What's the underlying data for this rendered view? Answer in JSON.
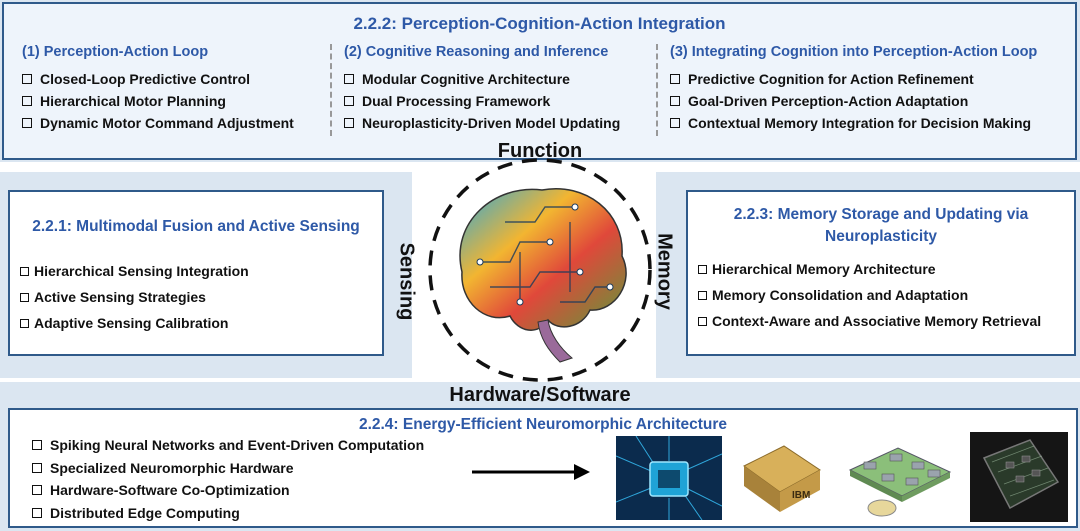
{
  "top": {
    "title": "2.2.2: Perception-Cognition-Action Integration",
    "columns": [
      {
        "title": "(1) Perception-Action Loop",
        "items": [
          "Closed-Loop Predictive Control",
          "Hierarchical Motor Planning",
          "Dynamic Motor Command Adjustment"
        ]
      },
      {
        "title": "(2) Cognitive Reasoning and Inference",
        "items": [
          "Modular Cognitive Architecture",
          "Dual Processing Framework",
          "Neuroplasticity-Driven Model Updating"
        ]
      },
      {
        "title": "(3) Integrating Cognition into Perception-Action Loop",
        "items": [
          "Predictive Cognition for Action Refinement",
          "Goal-Driven Perception-Action Adaptation",
          "Contextual Memory Integration for Decision Making"
        ]
      }
    ]
  },
  "labels": {
    "function": "Function",
    "sensing": "Sensing",
    "memory": "Memory",
    "hardware": "Hardware/Software"
  },
  "sensing": {
    "title": "2.2.1: Multimodal Fusion and Active Sensing",
    "items": [
      "Hierarchical Sensing Integration",
      "Active Sensing Strategies",
      "Adaptive Sensing Calibration"
    ]
  },
  "memory": {
    "title_line1": "2.2.3: Memory Storage and Updating via",
    "title_line2": "Neuroplasticity",
    "items": [
      "Hierarchical Memory Architecture",
      "Memory Consolidation and Adaptation",
      "Context-Aware and Associative Memory Retrieval"
    ]
  },
  "hardware": {
    "title": "2.2.4: Energy-Efficient Neuromorphic Architecture",
    "items": [
      "Spiking Neural Networks and Event-Driven Computation",
      "Specialized Neuromorphic Hardware",
      "Hardware-Software Co-Optimization",
      "Distributed Edge Computing"
    ],
    "chip_brand": "IBM"
  },
  "colors": {
    "band": "#dbe6f1",
    "border": "#2f5a8a",
    "title_blue": "#2e59a7"
  },
  "icons": [
    "brain-icon",
    "checkbox-icon",
    "arrow-right-icon",
    "neural-chip-icon",
    "gold-chip-icon",
    "circuit-board-icon",
    "dark-board-icon"
  ]
}
